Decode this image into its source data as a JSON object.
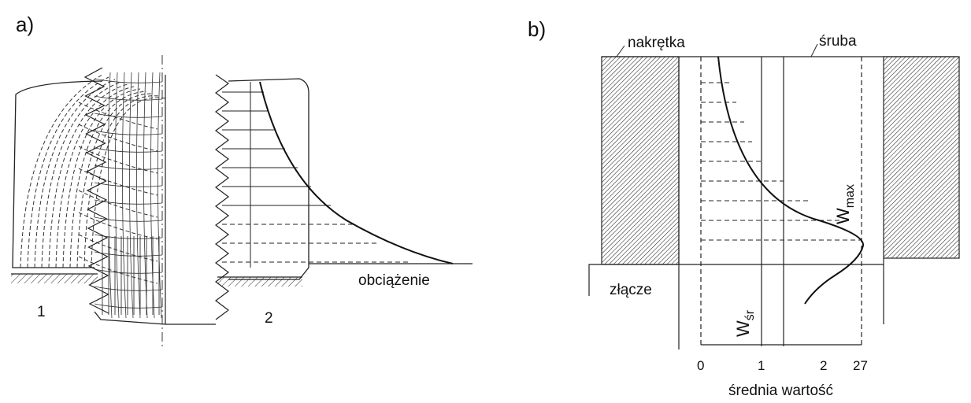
{
  "panel_a": {
    "tag": "a)",
    "load_label": "obciążenie",
    "part_1": "1",
    "part_2": "2"
  },
  "panel_b": {
    "tag": "b)",
    "nut_label": "nakrętka",
    "bolt_label": "śruba",
    "joint_label": "złącze",
    "w_max_base": "W",
    "w_max_sub": "max",
    "w_avg_base": "W",
    "w_avg_sub": "śr",
    "axis_ticks": [
      "0",
      "1",
      "2",
      "27"
    ],
    "axis_title": "średnia wartość"
  }
}
